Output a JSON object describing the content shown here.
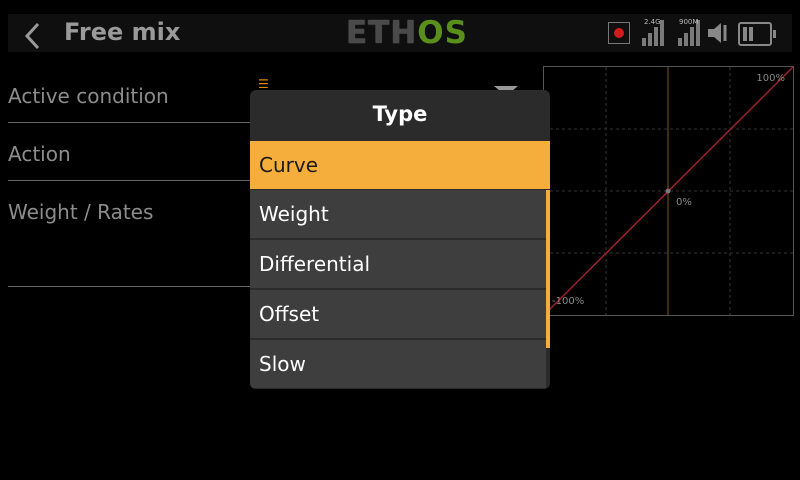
{
  "header": {
    "title": "Free mix",
    "logo_left": "ETH",
    "logo_right": "OS",
    "rf1_label": "2.4G",
    "rf2_label": "900M"
  },
  "form": {
    "rows": [
      {
        "label": "Active condition"
      },
      {
        "label": "Action"
      },
      {
        "label": "Weight / Rates"
      }
    ]
  },
  "graph": {
    "top_label": "100%",
    "center_label": "0%",
    "bottom_label": "-100%"
  },
  "popup": {
    "title": "Type",
    "options": [
      "Curve",
      "Weight",
      "Differential",
      "Offset",
      "Slow"
    ],
    "selected_index": 0
  },
  "colors": {
    "accent": "#f5ae3b",
    "logo_green": "#5b8f1c",
    "curve_line": "#a0202a",
    "record_red": "#d21b1b"
  }
}
